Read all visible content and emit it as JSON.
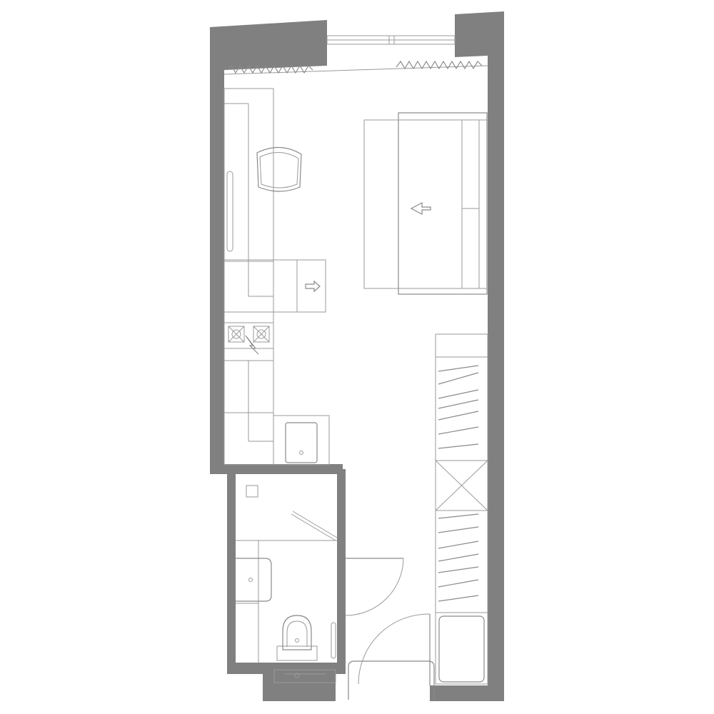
{
  "plan": {
    "kind": "studio-apartment-floor-plan",
    "wall_color": "#808080",
    "line_color": "#8a8a8a",
    "background": "#ffffff",
    "rooms": [
      "main-room",
      "kitchenette",
      "bathroom",
      "entry-hall"
    ],
    "fixtures": [
      "window",
      "curtains",
      "desk",
      "chair",
      "wall-mirror",
      "sofa-bed",
      "cooktop",
      "kitchen-sink",
      "wardrobe",
      "shower",
      "washbasin",
      "toilet",
      "towel-rail",
      "entry-door",
      "radiator",
      "bench"
    ],
    "markers": [
      "arrow-left-icon",
      "arrow-right-icon"
    ]
  }
}
